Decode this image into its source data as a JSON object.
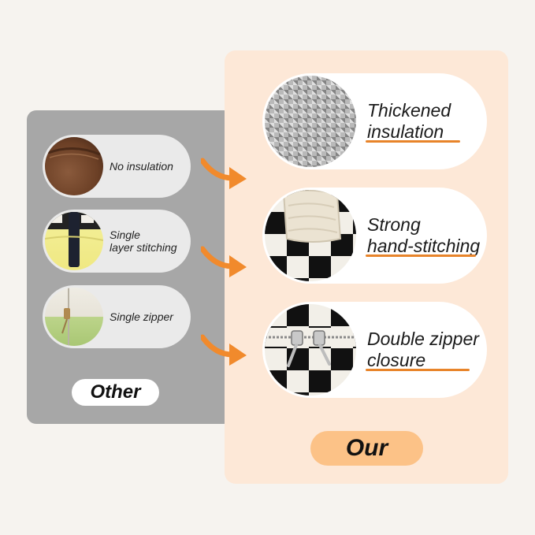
{
  "other": {
    "tag": "Other",
    "items": [
      {
        "label_lines": [
          "No insulation"
        ],
        "icon": "brown-leather-image"
      },
      {
        "label_lines": [
          "Single",
          "layer stitching"
        ],
        "icon": "yellow-bag-stitching-image"
      },
      {
        "label_lines": [
          "Single zipper"
        ],
        "icon": "single-zipper-image"
      }
    ]
  },
  "our": {
    "tag": "Our",
    "items": [
      {
        "label_lines": [
          "Thickened",
          "insulation"
        ],
        "icon": "insulation-mesh-image"
      },
      {
        "label_lines": [
          "Strong",
          "hand-stitching"
        ],
        "icon": "checkered-stitching-image"
      },
      {
        "label_lines": [
          "Double zipper",
          "closure"
        ],
        "icon": "double-zipper-image"
      }
    ]
  },
  "colors": {
    "accent_orange": "#e8842a",
    "other_panel": "#a7a7a7",
    "our_panel": "#fde8d7",
    "our_tag": "#fcc287"
  }
}
